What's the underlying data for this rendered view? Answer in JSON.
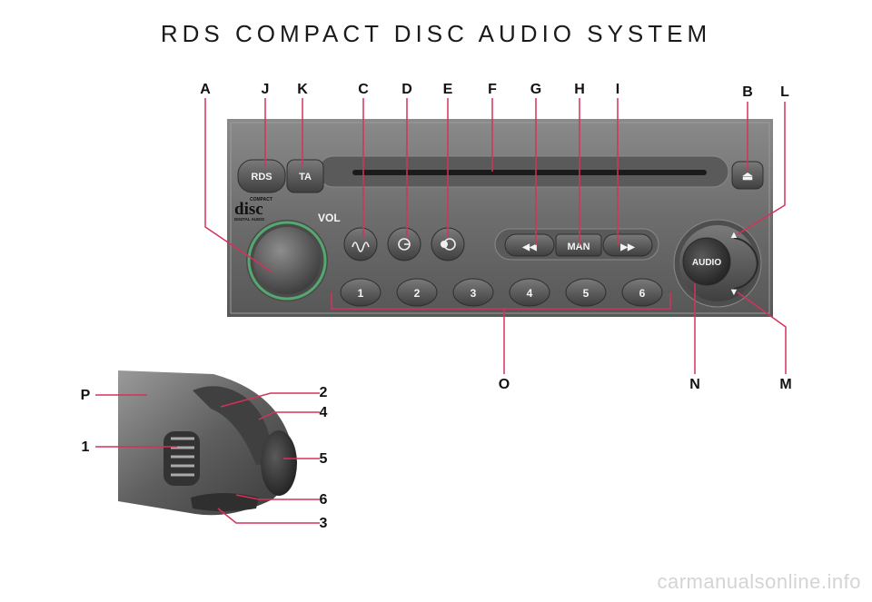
{
  "page": {
    "title": "RDS COMPACT DISC AUDIO SYSTEM",
    "watermark": "carmanualsonline.info"
  },
  "labels": {
    "A": "A",
    "J": "J",
    "K": "K",
    "C": "C",
    "D": "D",
    "E": "E",
    "F": "F",
    "G": "G",
    "H": "H",
    "I": "I",
    "B": "B",
    "L": "L",
    "O": "O",
    "N": "N",
    "M": "M",
    "P": "P",
    "n1": "1",
    "n2": "2",
    "n3": "3",
    "n4": "4",
    "n5": "5",
    "n6": "6"
  },
  "radio": {
    "rds_button": "RDS",
    "ta_button": "TA",
    "vol_label": "VOL",
    "audio_button": "AUDIO",
    "man_button": "MAN",
    "rewind_glyph": "◀◀",
    "forward_glyph": "▶▶",
    "up_glyph": "▲",
    "down_glyph": "▼",
    "eject_glyph": "⏏",
    "logo_small_top": "COMPACT",
    "logo_word": "disc",
    "logo_small_bottom": "DIGITAL AUDIO",
    "presets": [
      "1",
      "2",
      "3",
      "4",
      "5",
      "6"
    ]
  },
  "colors": {
    "panel": "#6f6f6f",
    "panel_dark": "#4d4d4d",
    "button": "#555555",
    "knob_ring": "#4fa86a"
  }
}
